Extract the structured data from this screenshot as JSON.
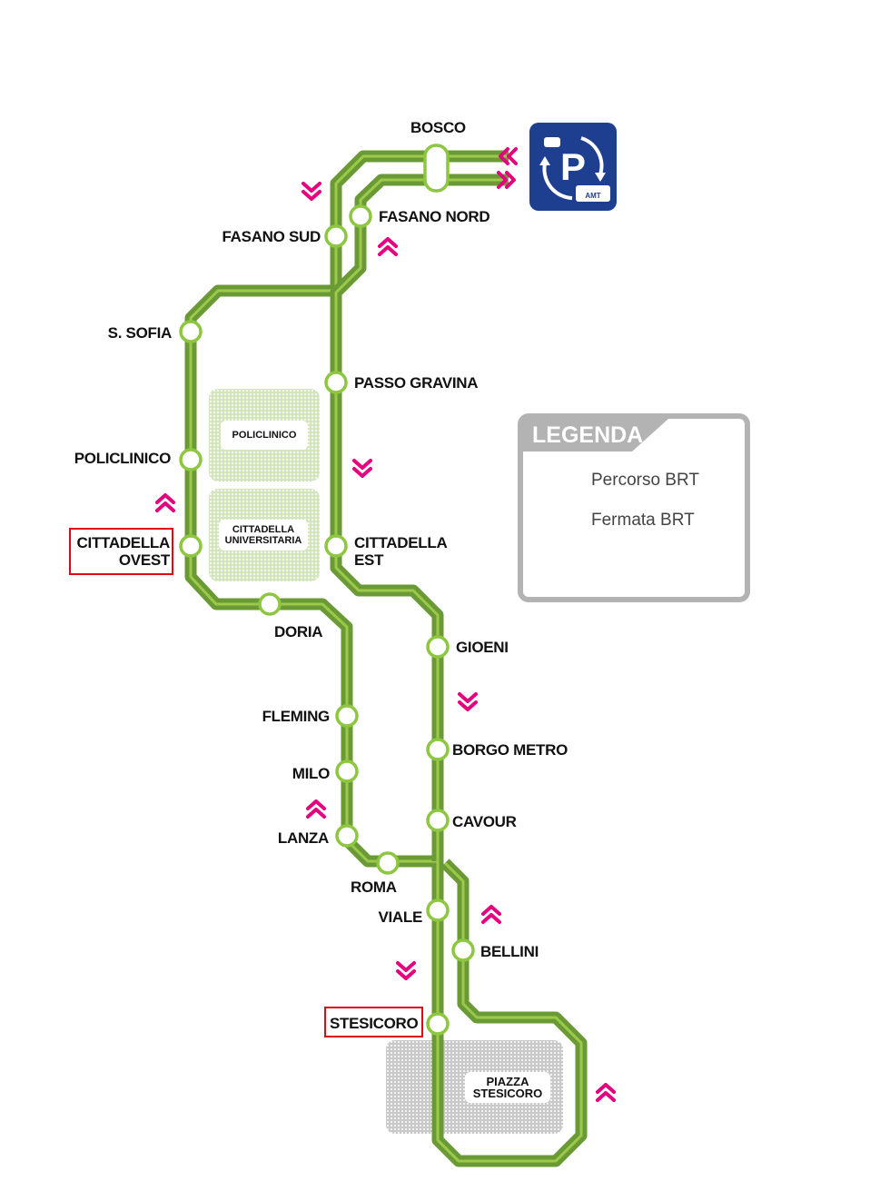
{
  "colors": {
    "line_dark": "#6a9a35",
    "line_light": "#9cc94a",
    "stop_ring": "#8dc63f",
    "arrow": "#e6007e",
    "parking": "#1e3f8f",
    "highlight": "#e30613"
  },
  "stations": {
    "bosco": "BOSCO",
    "fasano_nord": "FASANO NORD",
    "fasano_sud": "FASANO SUD",
    "s_sofia": "S. SOFIA",
    "passo_gravina": "PASSO GRAVINA",
    "policlinico": "POLICLINICO",
    "cittadella_ovest_1": "CITTADELLA",
    "cittadella_ovest_2": "OVEST",
    "cittadella_est_1": "CITTADELLA",
    "cittadella_est_2": "EST",
    "doria": "DORIA",
    "gioeni": "GIOENI",
    "fleming": "FLEMING",
    "borgo_metro": "BORGO METRO",
    "milo": "MILO",
    "cavour": "CAVOUR",
    "lanza": "LANZA",
    "roma": "ROMA",
    "viale": "VIALE",
    "bellini": "BELLINI",
    "stesicoro": "STESICORO"
  },
  "areas": {
    "policlinico": "POLICLINICO",
    "cittadella_1": "CITTADELLA",
    "cittadella_2": "UNIVERSITARIA",
    "piazza_1": "PIAZZA",
    "piazza_2": "STESICORO"
  },
  "parking": {
    "icon": "park-and-ride-icon",
    "bus_text": "AMT"
  },
  "legend": {
    "title": "LEGENDA",
    "route": "Percorso BRT",
    "stop": "Fermata BRT"
  }
}
